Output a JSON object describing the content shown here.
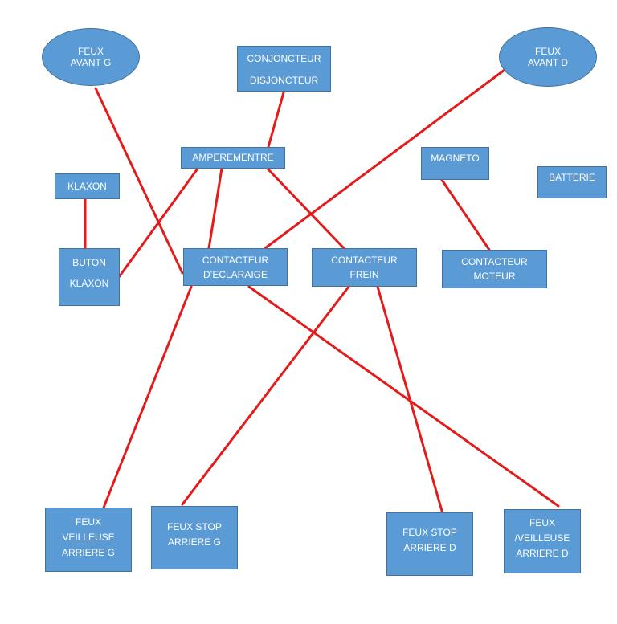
{
  "diagram": {
    "wire_color": "#e41b1b",
    "node_fill": "#5b9bd5",
    "node_border": "#41719c",
    "nodes": [
      {
        "id": "feux_avant_g",
        "shape": "ellipse",
        "lines": [
          "FEUX",
          "AVANT G"
        ]
      },
      {
        "id": "conjoncteur",
        "shape": "rect",
        "lines": [
          "CONJONCTEUR",
          "DISJONCTEUR"
        ]
      },
      {
        "id": "feux_avant_d",
        "shape": "ellipse",
        "lines": [
          "FEUX",
          "AVANT D"
        ]
      },
      {
        "id": "amperemetre",
        "shape": "rect",
        "lines": [
          "AMPEREMENTRE"
        ]
      },
      {
        "id": "magneto",
        "shape": "rect",
        "lines": [
          "MAGNETO"
        ]
      },
      {
        "id": "batterie",
        "shape": "rect",
        "lines": [
          "BATTERIE"
        ]
      },
      {
        "id": "klaxon",
        "shape": "rect",
        "lines": [
          "KLAXON"
        ]
      },
      {
        "id": "buton_klaxon",
        "shape": "rect",
        "lines": [
          "BUTON",
          "KLAXON"
        ]
      },
      {
        "id": "contacteur_eclairage",
        "shape": "rect",
        "lines": [
          "CONTACTEUR",
          "D’ECLARAIGE"
        ]
      },
      {
        "id": "contacteur_frein",
        "shape": "rect",
        "lines": [
          "CONTACTEUR",
          "FREIN"
        ]
      },
      {
        "id": "contacteur_moteur",
        "shape": "rect",
        "lines": [
          "CONTACTEUR",
          "MOTEUR"
        ]
      },
      {
        "id": "feux_veilleuse_g",
        "shape": "rect",
        "lines": [
          "FEUX",
          "VEILLEUSE",
          "ARRIERE G"
        ]
      },
      {
        "id": "feux_stop_g",
        "shape": "rect",
        "lines": [
          "FEUX STOP",
          "ARRIERE G"
        ]
      },
      {
        "id": "feux_stop_d",
        "shape": "rect",
        "lines": [
          "FEUX STOP",
          "ARRIERE D"
        ]
      },
      {
        "id": "feux_veilleuse_d",
        "shape": "rect",
        "lines": [
          "FEUX",
          "/VEILLEUSE",
          "ARRIERE D"
        ]
      }
    ],
    "connections": [
      {
        "from": "conjoncteur",
        "to": "amperemetre"
      },
      {
        "from": "feux_avant_g",
        "to": "contacteur_eclairage"
      },
      {
        "from": "feux_avant_d",
        "to": "contacteur_eclairage"
      },
      {
        "from": "amperemetre",
        "to": "buton_klaxon"
      },
      {
        "from": "amperemetre",
        "to": "contacteur_eclairage"
      },
      {
        "from": "amperemetre",
        "to": "contacteur_frein"
      },
      {
        "from": "klaxon",
        "to": "buton_klaxon"
      },
      {
        "from": "magneto",
        "to": "contacteur_moteur"
      },
      {
        "from": "contacteur_eclairage",
        "to": "feux_veilleuse_g"
      },
      {
        "from": "contacteur_eclairage",
        "to": "feux_veilleuse_d"
      },
      {
        "from": "contacteur_frein",
        "to": "feux_stop_g"
      },
      {
        "from": "contacteur_frein",
        "to": "feux_stop_d"
      }
    ]
  }
}
